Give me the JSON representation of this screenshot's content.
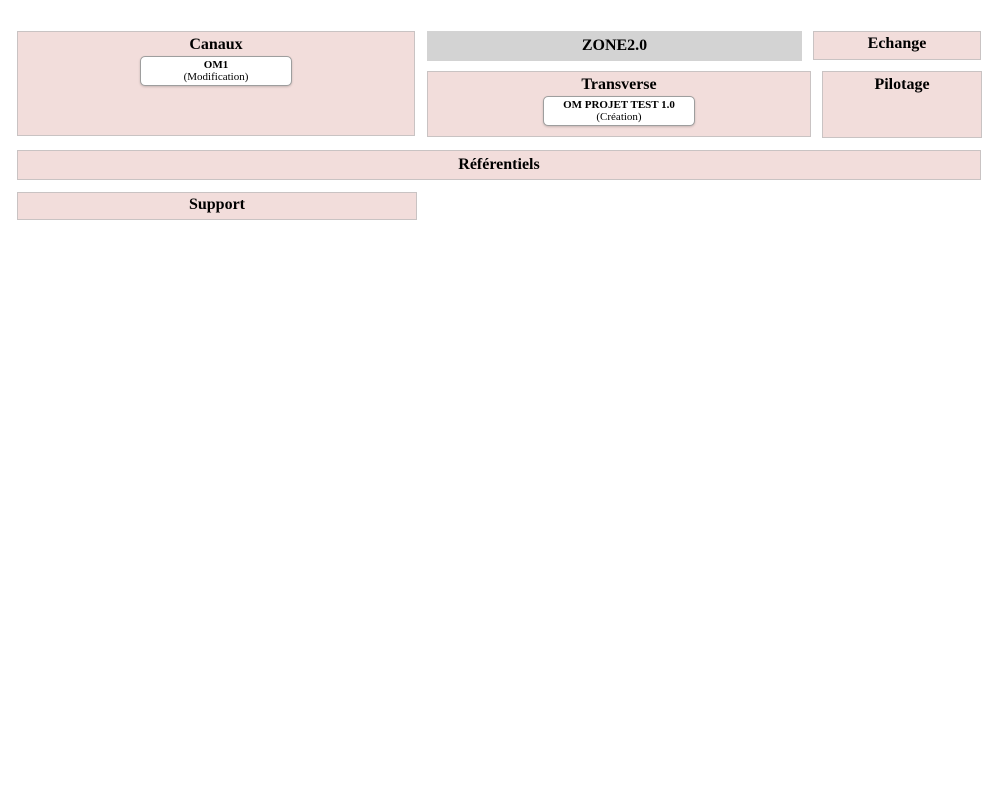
{
  "colors": {
    "panel_bg": "#f2dddb",
    "panel_border": "#c9c3c3",
    "header_bg": "#d3d3d3",
    "button_bg": "#ffffff",
    "button_border": "#9e9e9e",
    "text": "#000000"
  },
  "zones": {
    "canaux": {
      "title": "Canaux",
      "button": {
        "line1": "OM1",
        "line2": "(Modification)"
      }
    },
    "zone_header": {
      "title": "ZONE2.0"
    },
    "echange": {
      "title": "Echange"
    },
    "transverse": {
      "title": "Transverse",
      "button": {
        "line1": "OM PROJET TEST 1.0",
        "line2": "(Création)"
      }
    },
    "pilotage": {
      "title": "Pilotage"
    },
    "referentiels": {
      "title": "Référentiels"
    },
    "support": {
      "title": "Support"
    }
  }
}
